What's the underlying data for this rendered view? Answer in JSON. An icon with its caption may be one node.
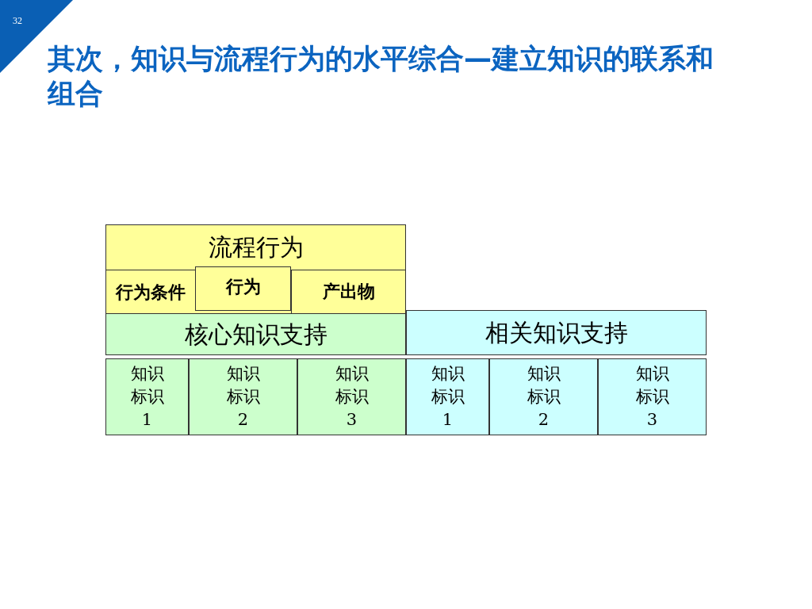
{
  "diagram": {
    "title": "其次，知识与流程行为的水平综合—建立知识的联系和组合",
    "nodes": [
      {
        "text": [
          "流程行为"
        ]
      },
      {
        "text": [
          "行为条件"
        ],
        "in": 0
      },
      {
        "text": [
          "行为"
        ],
        "in": 0
      },
      {
        "text": [
          "产出物"
        ],
        "in": 0
      },
      {
        "text": [
          "核心知识支持"
        ]
      },
      {
        "text": [
          "相关知识支持"
        ]
      },
      {
        "text": [
          "知识标识1"
        ]
      },
      {
        "text": [
          "知识标识2"
        ]
      },
      {
        "text": [
          "知识标识3"
        ]
      },
      {
        "text": [
          "知识标识1"
        ]
      },
      {
        "text": [
          "知识标识2"
        ]
      },
      {
        "text": [
          "知识标识3"
        ]
      }
    ],
    "edges": [],
    "labels": [
      "32"
    ]
  }
}
